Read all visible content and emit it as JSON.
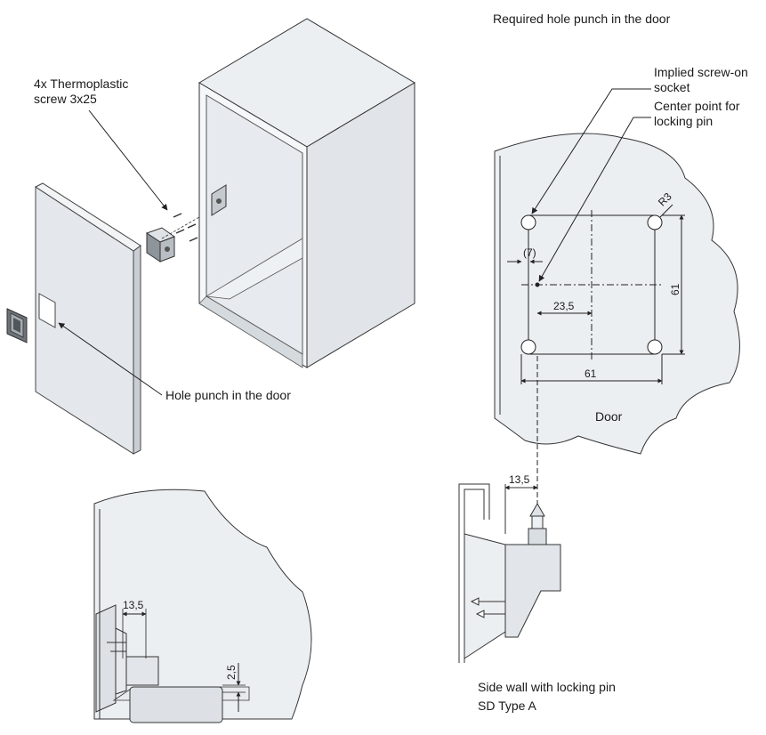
{
  "labels": {
    "screws_line1": "4x Thermoplastic",
    "screws_line2": "screw 3x25",
    "hole_punch": "Hole punch in the door",
    "required_title": "Required hole punch in the door",
    "socket_line1": "Implied screw-on",
    "socket_line2": "socket",
    "center_line1": "Center point for",
    "center_line2": "locking pin",
    "door": "Door",
    "side_wall_line1": "Side wall with locking pin",
    "side_wall_line2": "SD Type A"
  },
  "dimensions": {
    "radius": "R3",
    "offset_7": "(7)",
    "width_23_5": "23,5",
    "height_61": "61",
    "width_61": "61",
    "side_13_5": "13,5",
    "bottom_13_5": "13,5",
    "gap_2_5": "2,5"
  },
  "colors": {
    "panel_fill": "#e9ecef",
    "panel_dark": "#cfd4da",
    "line": "#222222"
  }
}
